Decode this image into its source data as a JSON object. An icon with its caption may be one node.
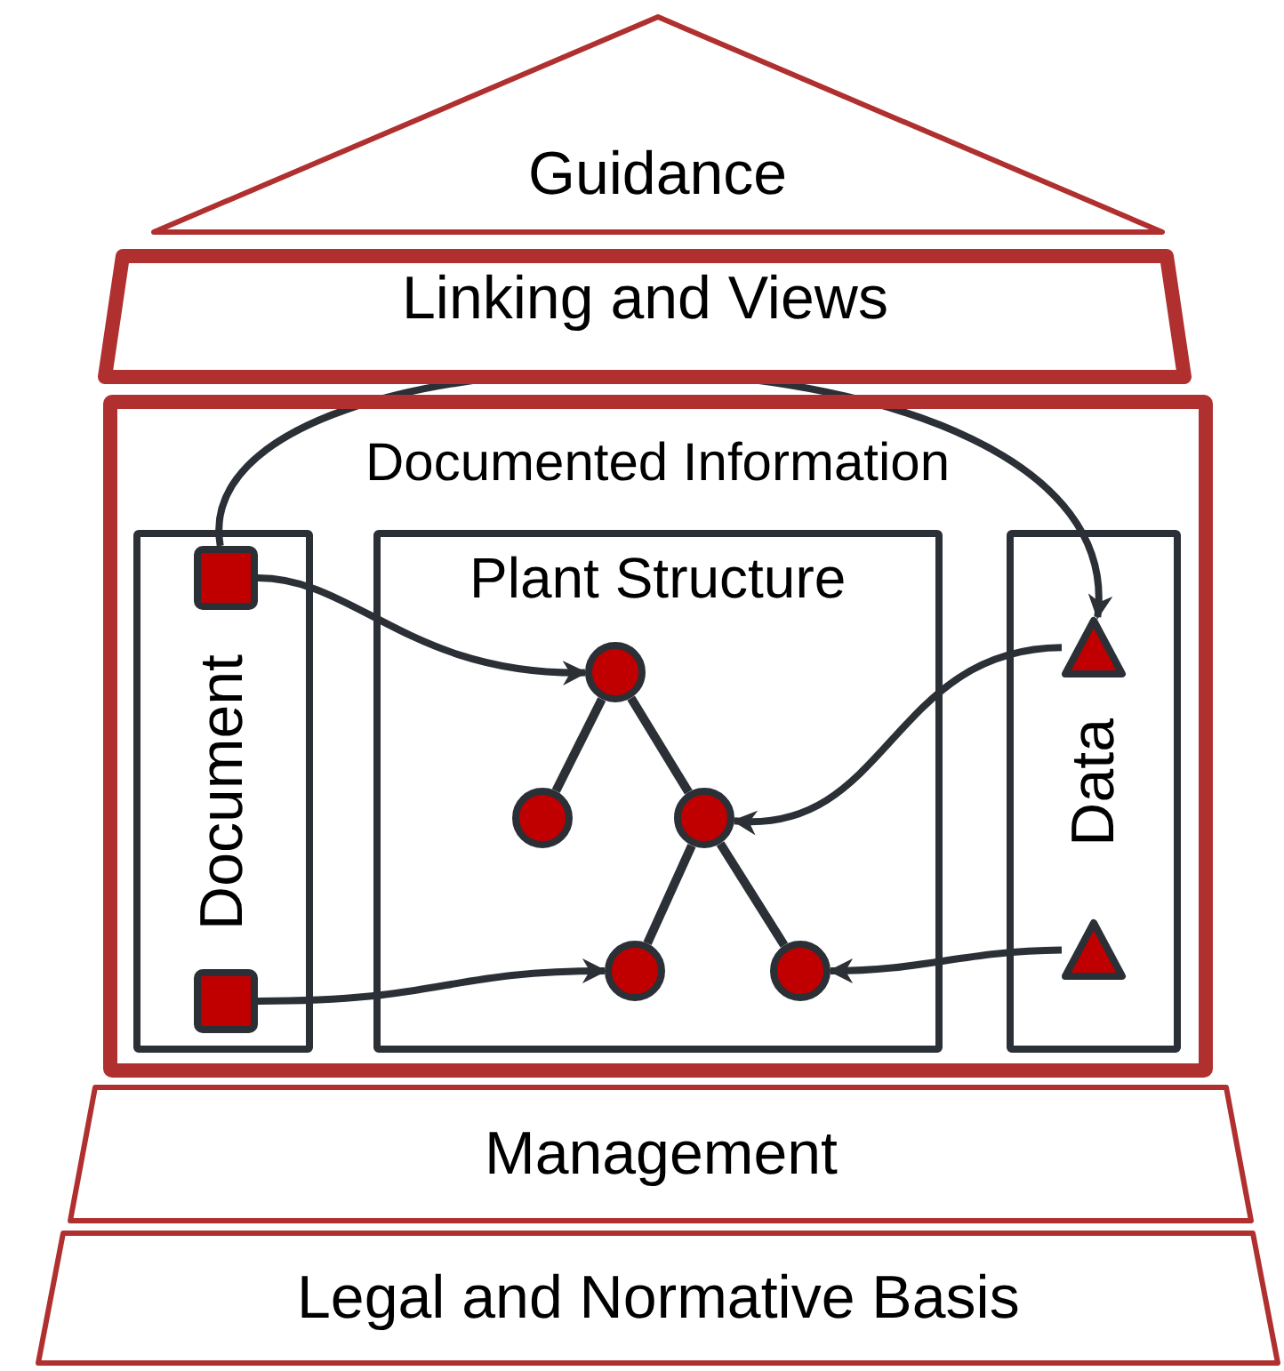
{
  "diagram": {
    "nodes": [
      {
        "text": [
          "Guidance"
        ]
      },
      {
        "text": [
          "Linking and Views"
        ]
      },
      {
        "text": [
          "Documented Information"
        ]
      },
      {
        "text": [
          "Document"
        ],
        "in": 2
      },
      {
        "text": [
          "Plant Structure"
        ],
        "in": 2
      },
      {
        "text": [
          "Data"
        ],
        "in": 2
      },
      {
        "text": [],
        "shape": "box",
        "in": 3
      },
      {
        "text": [],
        "shape": "box",
        "in": 3
      },
      {
        "text": [],
        "shape": "circle",
        "in": 4
      },
      {
        "text": [],
        "shape": "circle",
        "in": 4
      },
      {
        "text": [],
        "shape": "circle",
        "in": 4
      },
      {
        "text": [],
        "shape": "circle",
        "in": 4
      },
      {
        "text": [],
        "shape": "circle",
        "in": 4
      },
      {
        "text": [],
        "shape": "triangle",
        "in": 5
      },
      {
        "text": [],
        "shape": "triangle",
        "in": 5
      },
      {
        "text": [
          "Management"
        ]
      },
      {
        "text": [
          "Legal and Normative Basis"
        ]
      }
    ],
    "edges": [
      {
        "from": 6,
        "to": 13,
        "arrow": "to"
      },
      {
        "from": 6,
        "to": 8,
        "arrow": "to"
      },
      {
        "from": 7,
        "to": 11,
        "arrow": "to"
      },
      {
        "from": 13,
        "to": 10,
        "arrow": "to"
      },
      {
        "from": 14,
        "to": 12,
        "arrow": "to"
      },
      {
        "from": 8,
        "to": 9,
        "arrow": "none"
      },
      {
        "from": 8,
        "to": 10,
        "arrow": "none"
      },
      {
        "from": 10,
        "to": 11,
        "arrow": "none"
      },
      {
        "from": 10,
        "to": 12,
        "arrow": "none"
      }
    ]
  }
}
